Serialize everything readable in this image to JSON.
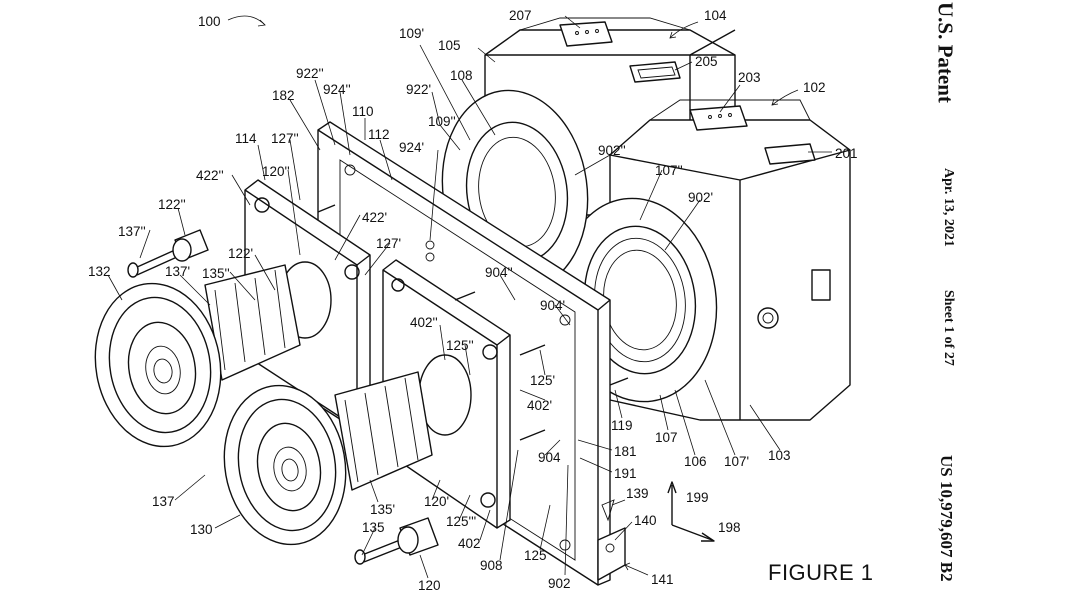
{
  "header": {
    "patent_label": "U.S. Patent",
    "date": "Apr. 13, 2021",
    "sheet": "Sheet 1 of 27",
    "patent_number": "US 10,979,607 B2"
  },
  "figure": {
    "label": "FIGURE 1",
    "refs": {
      "r100": "100",
      "r104": "104",
      "r102": "102",
      "r207": "207",
      "r205": "205",
      "r203": "203",
      "r201": "201",
      "r105": "105",
      "r108": "108",
      "r109p": "109'",
      "r109pp": "109''",
      "r922pp": "922''",
      "r924pp": "924''",
      "r182": "182",
      "r110": "110",
      "r922p": "922'",
      "r902pp": "902''",
      "r107pp": "107''",
      "r902p": "902'",
      "r114": "114",
      "r127pp": "127''",
      "r112": "112",
      "r924p": "924'",
      "r422pp": "422''",
      "r120pp": "120''",
      "r422p": "422'",
      "r127p": "127'",
      "r122pp": "122''",
      "r137pp": "137''",
      "r122p": "122'",
      "r132": "132",
      "r137p": "137'",
      "r135pp": "135''",
      "r904pp": "904''",
      "r904p": "904'",
      "r402pp": "402''",
      "r125pp": "125''",
      "r125p": "125'",
      "r402p": "402'",
      "r119": "119",
      "r107": "107",
      "r106": "106",
      "r107p": "107'",
      "r103": "103",
      "r181": "181",
      "r191": "191",
      "r904": "904",
      "r139": "139",
      "r199": "199",
      "r198": "198",
      "r140": "140",
      "r137": "137",
      "r130": "130",
      "r135p": "135'",
      "r120p": "120'",
      "r125ppp": "125'''",
      "r402": "402",
      "r135": "135",
      "r908": "908",
      "r125": "125",
      "r902": "902",
      "r120": "120",
      "r141": "141"
    }
  }
}
